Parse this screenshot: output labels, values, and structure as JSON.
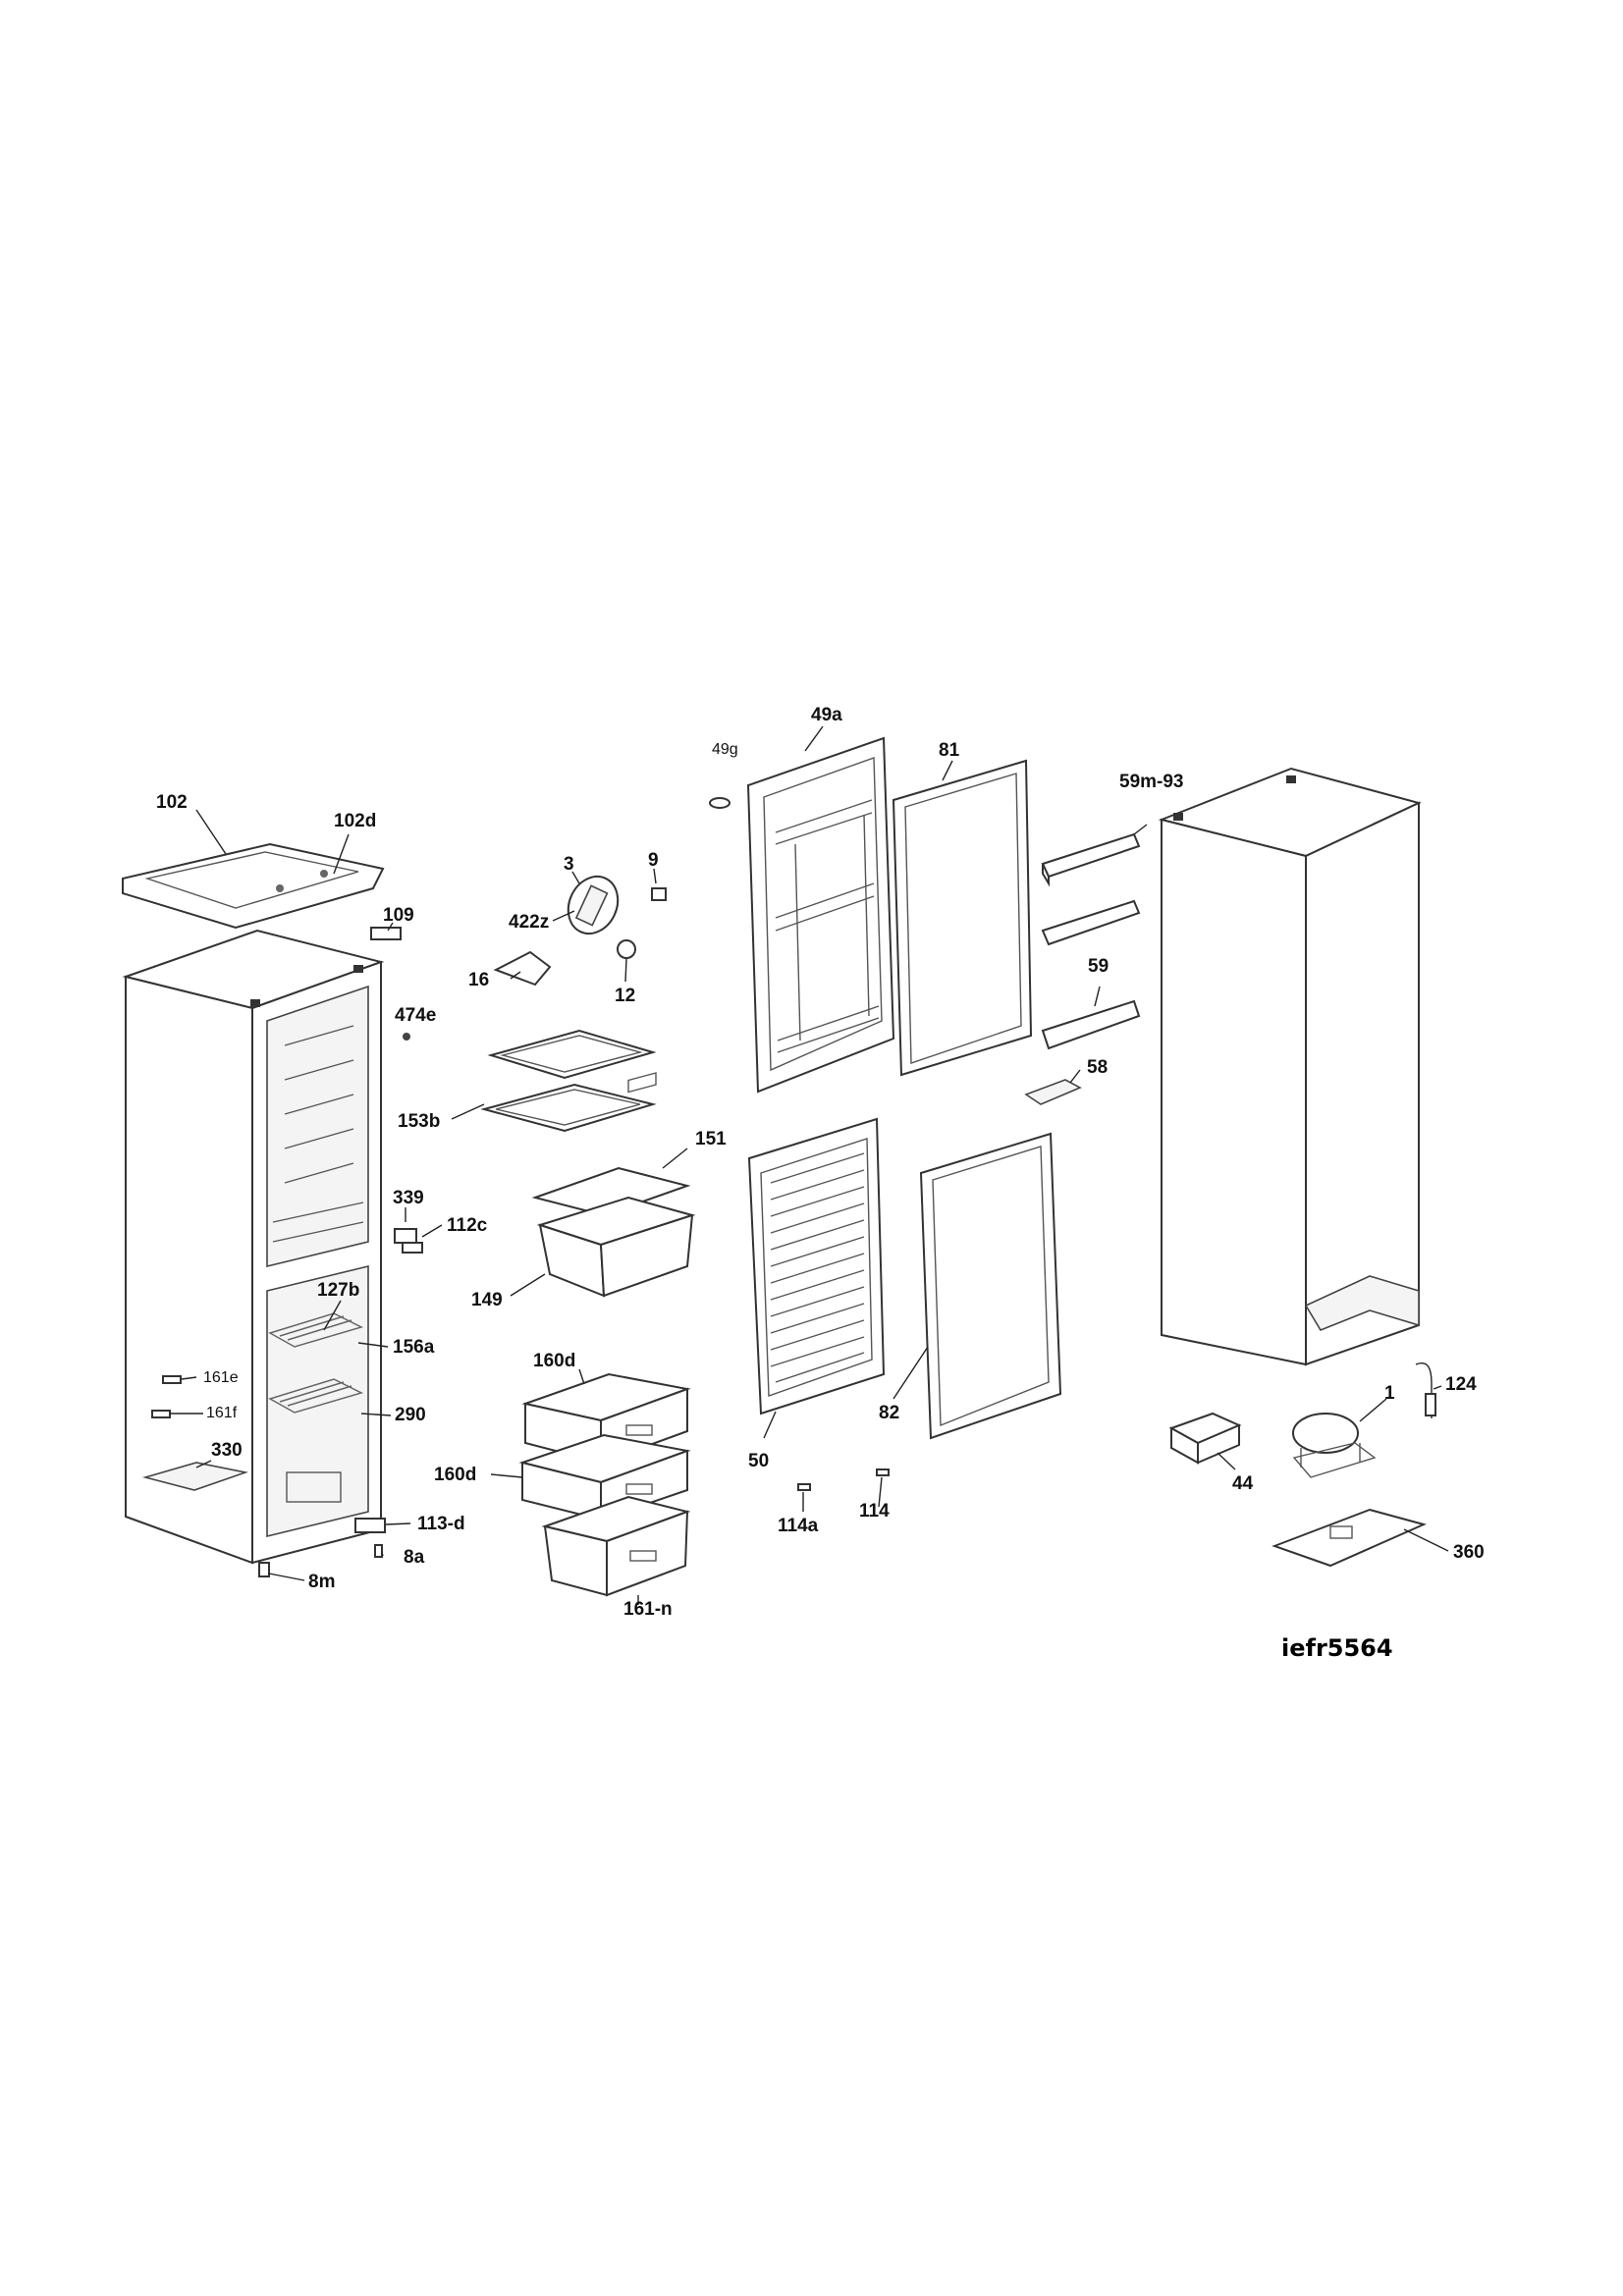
{
  "diagram_code": "iefr5564",
  "labels": {
    "l102": "102",
    "l102d": "102d",
    "l109": "109",
    "l3": "3",
    "l9": "9",
    "l422z": "422z",
    "l16": "16",
    "l12": "12",
    "l474e": "474e",
    "l153b": "153b",
    "l151": "151",
    "l339": "339",
    "l112c": "112c",
    "l149": "149",
    "l127b": "127b",
    "l156a": "156a",
    "l161e": "161e",
    "l161f": "161f",
    "l290": "290",
    "l330": "330",
    "l160d_top": "160d",
    "l160d_mid": "160d",
    "l161n": "161-n",
    "l113d": "113-d",
    "l8a": "8a",
    "l8m": "8m",
    "l49g": "49g",
    "l49a": "49a",
    "l81": "81",
    "l59m93": "59m-93",
    "l59": "59",
    "l58": "58",
    "l50": "50",
    "l82": "82",
    "l114a": "114a",
    "l114": "114",
    "l124": "124",
    "l1": "1",
    "l44": "44",
    "l360": "360"
  }
}
